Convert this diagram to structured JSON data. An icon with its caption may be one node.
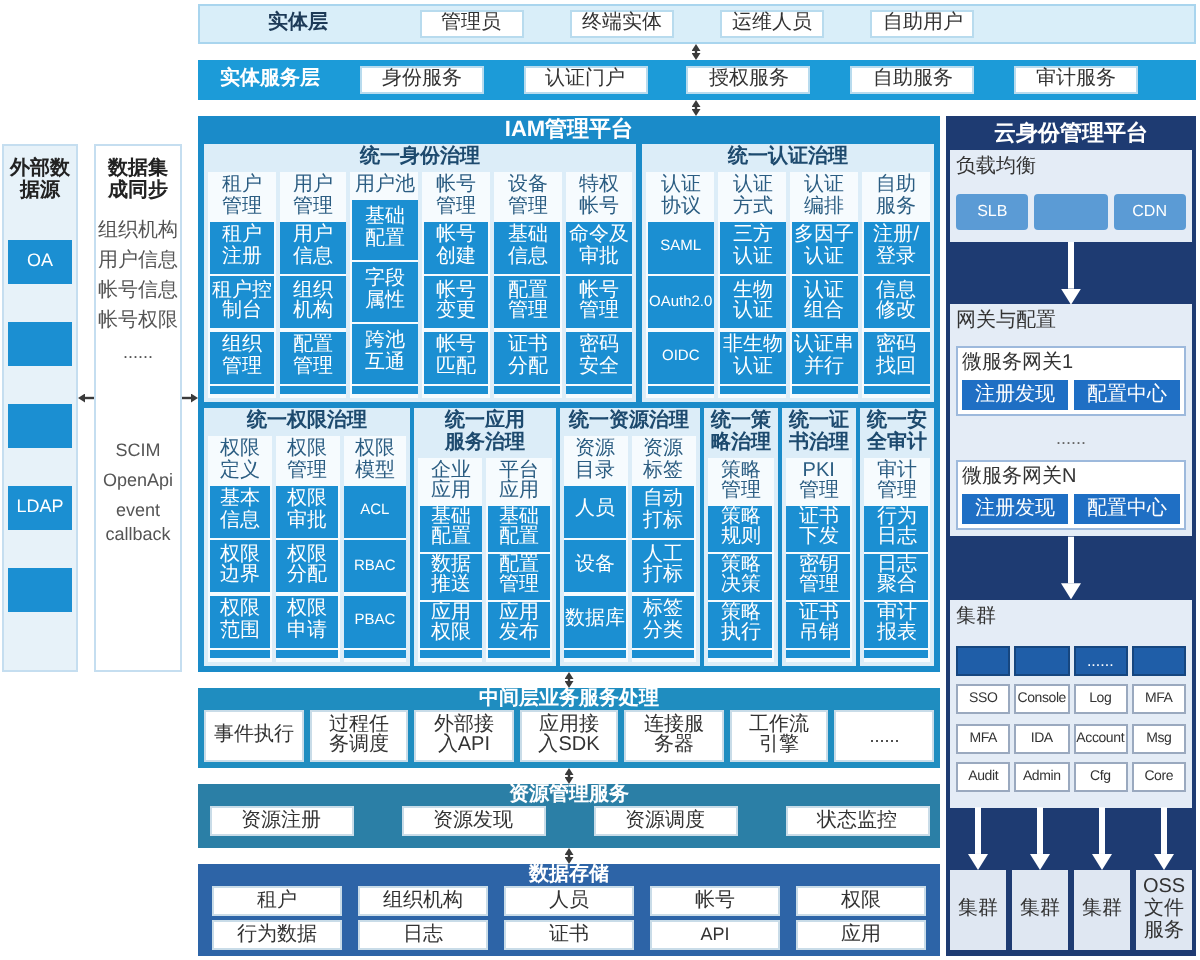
{
  "diagram": {
    "nodes": [
      {
        "text": [
          "实体层"
        ]
      },
      {
        "text": [
          "管理员"
        ],
        "in": 0
      },
      {
        "text": [
          "终端实体"
        ],
        "in": 0
      },
      {
        "text": [
          "运维人员"
        ],
        "in": 0
      },
      {
        "text": [
          "自助用户"
        ],
        "in": 0
      },
      {
        "text": [
          "实体服务层"
        ]
      },
      {
        "text": [
          "身份服务"
        ],
        "in": 5
      },
      {
        "text": [
          "认证门户"
        ],
        "in": 5
      },
      {
        "text": [
          "授权服务"
        ],
        "in": 5
      },
      {
        "text": [
          "自助服务"
        ],
        "in": 5
      },
      {
        "text": [
          "审计服务"
        ],
        "in": 5
      },
      {
        "text": [
          "外部数据源"
        ]
      },
      {
        "text": [
          "OA"
        ],
        "in": 11
      },
      {
        "text": [],
        "shape": "box",
        "in": 11
      },
      {
        "text": [],
        "shape": "box",
        "in": 11
      },
      {
        "text": [
          "LDAP"
        ],
        "in": 11
      },
      {
        "text": [],
        "shape": "box",
        "in": 11
      },
      {
        "text": [
          "数据集成同步",
          "组织机构",
          "用户信息",
          "帐号信息",
          "帐号权限",
          "......",
          "SCIM",
          "OpenApi",
          "event callback"
        ]
      },
      {
        "text": [
          "IAM管理平台"
        ]
      },
      {
        "text": [
          "统一身份治理"
        ],
        "in": 18
      },
      {
        "text": [
          "租户管理"
        ],
        "in": 19
      },
      {
        "text": [
          "租户注册"
        ],
        "in": 20
      },
      {
        "text": [
          "租户控制台"
        ],
        "in": 20
      },
      {
        "text": [
          "组织管理"
        ],
        "in": 20
      },
      {
        "text": [],
        "shape": "box",
        "in": 20
      },
      {
        "text": [
          "用户管理"
        ],
        "in": 19
      },
      {
        "text": [
          "用户信息"
        ],
        "in": 25
      },
      {
        "text": [
          "组织机构"
        ],
        "in": 25
      },
      {
        "text": [
          "配置管理"
        ],
        "in": 25
      },
      {
        "text": [],
        "shape": "box",
        "in": 25
      },
      {
        "text": [
          "用户池"
        ],
        "in": 19
      },
      {
        "text": [
          "基础配置"
        ],
        "in": 30
      },
      {
        "text": [
          "字段属性"
        ],
        "in": 30
      },
      {
        "text": [
          "跨池互通"
        ],
        "in": 30
      },
      {
        "text": [],
        "shape": "box",
        "in": 30
      },
      {
        "text": [
          "帐号管理"
        ],
        "in": 19
      },
      {
        "text": [
          "帐号创建"
        ],
        "in": 35
      },
      {
        "text": [
          "帐号变更"
        ],
        "in": 35
      },
      {
        "text": [
          "帐号匹配"
        ],
        "in": 35
      },
      {
        "text": [],
        "shape": "box",
        "in": 35
      },
      {
        "text": [
          "设备管理"
        ],
        "in": 19
      },
      {
        "text": [
          "基础信息"
        ],
        "in": 40
      },
      {
        "text": [
          "配置管理"
        ],
        "in": 40
      },
      {
        "text": [
          "证书分配"
        ],
        "in": 40
      },
      {
        "text": [],
        "shape": "box",
        "in": 40
      },
      {
        "text": [
          "特权帐号"
        ],
        "in": 19
      },
      {
        "text": [
          "命令及审批"
        ],
        "in": 45
      },
      {
        "text": [
          "帐号管理"
        ],
        "in": 45
      },
      {
        "text": [
          "密码安全"
        ],
        "in": 45
      },
      {
        "text": [],
        "shape": "box",
        "in": 45
      },
      {
        "text": [
          "统一认证治理"
        ],
        "in": 18
      },
      {
        "text": [
          "认证协议"
        ],
        "in": 50
      },
      {
        "text": [
          "SAML"
        ],
        "in": 51
      },
      {
        "text": [
          "OAuth2.0"
        ],
        "in": 51
      },
      {
        "text": [
          "OIDC"
        ],
        "in": 51
      },
      {
        "text": [],
        "shape": "box",
        "in": 51
      },
      {
        "text": [
          "认证方式"
        ],
        "in": 50
      },
      {
        "text": [
          "三方认证"
        ],
        "in": 56
      },
      {
        "text": [
          "生物认证"
        ],
        "in": 56
      },
      {
        "text": [
          "非生物认证"
        ],
        "in": 56
      },
      {
        "text": [],
        "shape": "box",
        "in": 56
      },
      {
        "text": [
          "认证编排"
        ],
        "in": 50
      },
      {
        "text": [
          "多因子认证"
        ],
        "in": 61
      },
      {
        "text": [
          "认证组合"
        ],
        "in": 61
      },
      {
        "text": [
          "认证串并行"
        ],
        "in": 61
      },
      {
        "text": [],
        "shape": "box",
        "in": 61
      },
      {
        "text": [
          "自助服务"
        ],
        "in": 50
      },
      {
        "text": [
          "注册/登录"
        ],
        "in": 66
      },
      {
        "text": [
          "信息修改"
        ],
        "in": 66
      },
      {
        "text": [
          "密码找回"
        ],
        "in": 66
      },
      {
        "text": [],
        "shape": "box",
        "in": 66
      },
      {
        "text": [
          "统一权限治理"
        ],
        "in": 18
      },
      {
        "text": [
          "权限定义"
        ],
        "in": 71
      },
      {
        "text": [
          "基本信息"
        ],
        "in": 72
      },
      {
        "text": [
          "权限边界"
        ],
        "in": 72
      },
      {
        "text": [
          "权限范围"
        ],
        "in": 72
      },
      {
        "text": [],
        "shape": "box",
        "in": 72
      },
      {
        "text": [
          "权限管理"
        ],
        "in": 71
      },
      {
        "text": [
          "权限审批"
        ],
        "in": 77
      },
      {
        "text": [
          "权限分配"
        ],
        "in": 77
      },
      {
        "text": [
          "权限申请"
        ],
        "in": 77
      },
      {
        "text": [],
        "shape": "box",
        "in": 77
      },
      {
        "text": [
          "权限模型"
        ],
        "in": 71
      },
      {
        "text": [
          "ACL"
        ],
        "in": 82
      },
      {
        "text": [
          "RBAC"
        ],
        "in": 82
      },
      {
        "text": [
          "PBAC"
        ],
        "in": 82
      },
      {
        "text": [],
        "shape": "box",
        "in": 82
      },
      {
        "text": [
          "统一应用服务治理"
        ],
        "in": 18
      },
      {
        "text": [
          "企业应用"
        ],
        "in": 87
      },
      {
        "text": [
          "基础配置"
        ],
        "in": 88
      },
      {
        "text": [
          "数据推送"
        ],
        "in": 88
      },
      {
        "text": [
          "应用权限"
        ],
        "in": 88
      },
      {
        "text": [],
        "shape": "box",
        "in": 88
      },
      {
        "text": [
          "平台应用"
        ],
        "in": 87
      },
      {
        "text": [
          "基础配置"
        ],
        "in": 93
      },
      {
        "text": [
          "配置管理"
        ],
        "in": 93
      },
      {
        "text": [
          "应用发布"
        ],
        "in": 93
      },
      {
        "text": [],
        "shape": "box",
        "in": 93
      },
      {
        "text": [
          "统一资源治理"
        ],
        "in": 18
      },
      {
        "text": [
          "资源目录"
        ],
        "in": 98
      },
      {
        "text": [
          "人员"
        ],
        "in": 99
      },
      {
        "text": [
          "设备"
        ],
        "in": 99
      },
      {
        "text": [
          "数据库"
        ],
        "in": 99
      },
      {
        "text": [],
        "shape": "box",
        "in": 99
      },
      {
        "text": [
          "资源标签"
        ],
        "in": 98
      },
      {
        "text": [
          "自动打标"
        ],
        "in": 104
      },
      {
        "text": [
          "人工打标"
        ],
        "in": 104
      },
      {
        "text": [
          "标签分类"
        ],
        "in": 104
      },
      {
        "text": [],
        "shape": "box",
        "in": 104
      },
      {
        "text": [
          "统一策略治理"
        ],
        "in": 18
      },
      {
        "text": [
          "策略管理"
        ],
        "in": 109
      },
      {
        "text": [
          "策略规则"
        ],
        "in": 110
      },
      {
        "text": [
          "策略决策"
        ],
        "in": 110
      },
      {
        "text": [
          "策略执行"
        ],
        "in": 110
      },
      {
        "text": [],
        "shape": "box",
        "in": 110
      },
      {
        "text": [
          "统一证书治理"
        ],
        "in": 18
      },
      {
        "text": [
          "PKI管理"
        ],
        "in": 115
      },
      {
        "text": [
          "证书下发"
        ],
        "in": 116
      },
      {
        "text": [
          "密钥管理"
        ],
        "in": 116
      },
      {
        "text": [
          "证书吊销"
        ],
        "in": 116
      },
      {
        "text": [],
        "shape": "box",
        "in": 116
      },
      {
        "text": [
          "统一安全审计"
        ],
        "in": 18
      },
      {
        "text": [
          "审计管理"
        ],
        "in": 121
      },
      {
        "text": [
          "行为日志"
        ],
        "in": 122
      },
      {
        "text": [
          "日志聚合"
        ],
        "in": 122
      },
      {
        "text": [
          "审计报表"
        ],
        "in": 122
      },
      {
        "text": [],
        "shape": "box",
        "in": 122
      },
      {
        "text": [
          "中间层业务服务处理"
        ]
      },
      {
        "text": [
          "事件执行"
        ],
        "in": 127
      },
      {
        "text": [
          "过程任务调度"
        ],
        "in": 127
      },
      {
        "text": [
          "外部接入API"
        ],
        "in": 127
      },
      {
        "text": [
          "应用接入SDK"
        ],
        "in": 127
      },
      {
        "text": [
          "连接服务器"
        ],
        "in": 127
      },
      {
        "text": [
          "工作流引擎"
        ],
        "in": 127
      },
      {
        "text": [
          "......"
        ],
        "in": 127
      },
      {
        "text": [
          "资源管理服务"
        ]
      },
      {
        "text": [
          "资源注册"
        ],
        "in": 135
      },
      {
        "text": [
          "资源发现"
        ],
        "in": 135
      },
      {
        "text": [
          "资源调度"
        ],
        "in": 135
      },
      {
        "text": [
          "状态监控"
        ],
        "in": 135
      },
      {
        "text": [
          "数据存储"
        ]
      },
      {
        "text": [
          "租户"
        ],
        "in": 140
      },
      {
        "text": [
          "组织机构"
        ],
        "in": 140
      },
      {
        "text": [
          "人员"
        ],
        "in": 140
      },
      {
        "text": [
          "帐号"
        ],
        "in": 140
      },
      {
        "text": [
          "权限"
        ],
        "in": 140
      },
      {
        "text": [
          "行为数据"
        ],
        "in": 140
      },
      {
        "text": [
          "日志"
        ],
        "in": 140
      },
      {
        "text": [
          "证书"
        ],
        "in": 140
      },
      {
        "text": [
          "API"
        ],
        "in": 140
      },
      {
        "text": [
          "应用"
        ],
        "in": 140
      },
      {
        "text": [
          "云身份管理平台"
        ]
      },
      {
        "text": [
          "负载均衡"
        ],
        "in": 151
      },
      {
        "text": [
          "SLB"
        ],
        "in": 152
      },
      {
        "text": [],
        "shape": "box",
        "in": 152
      },
      {
        "text": [
          "CDN"
        ],
        "in": 152
      },
      {
        "text": [
          "网关与配置",
          "......"
        ],
        "in": 151
      },
      {
        "text": [
          "微服务网关1"
        ],
        "in": 156
      },
      {
        "text": [
          "注册发现"
        ],
        "in": 157
      },
      {
        "text": [
          "配置中心"
        ],
        "in": 157
      },
      {
        "text": [
          "微服务网关N"
        ],
        "in": 156
      },
      {
        "text": [
          "注册发现"
        ],
        "in": 160
      },
      {
        "text": [
          "配置中心"
        ],
        "in": 160
      },
      {
        "text": [
          "集群"
        ],
        "in": 151
      },
      {
        "text": [],
        "shape": "box",
        "in": 163
      },
      {
        "text": [],
        "shape": "box",
        "in": 163
      },
      {
        "text": [
          "......"
        ],
        "in": 163
      },
      {
        "text": [],
        "shape": "box",
        "in": 163
      },
      {
        "text": [
          "SSO"
        ],
        "in": 163
      },
      {
        "text": [
          "Console"
        ],
        "in": 163
      },
      {
        "text": [
          "Log"
        ],
        "in": 163
      },
      {
        "text": [
          "MFA"
        ],
        "in": 163
      },
      {
        "text": [
          "MFA"
        ],
        "in": 163
      },
      {
        "text": [
          "IDA"
        ],
        "in": 163
      },
      {
        "text": [
          "Account"
        ],
        "in": 163
      },
      {
        "text": [
          "Msg"
        ],
        "in": 163
      },
      {
        "text": [
          "Audit"
        ],
        "in": 163
      },
      {
        "text": [
          "Admin"
        ],
        "in": 163
      },
      {
        "text": [
          "Cfg"
        ],
        "in": 163
      },
      {
        "text": [
          "Core"
        ],
        "in": 163
      },
      {
        "text": [
          "集群"
        ],
        "in": 151
      },
      {
        "text": [
          "集群"
        ],
        "in": 151
      },
      {
        "text": [
          "集群"
        ],
        "in": 151
      },
      {
        "text": [
          "OSS文件服务"
        ],
        "in": 151
      }
    ],
    "edges": [
      {
        "from": 0,
        "to": 5,
        "arrow": "both"
      },
      {
        "from": 5,
        "to": 18,
        "arrow": "both"
      },
      {
        "from": 17,
        "to": 11,
        "arrow": "to"
      },
      {
        "from": 17,
        "to": 18,
        "arrow": "to"
      },
      {
        "from": 18,
        "to": 127,
        "arrow": "both"
      },
      {
        "from": 127,
        "to": 135,
        "arrow": "both"
      },
      {
        "from": 135,
        "to": 140,
        "arrow": "both"
      },
      {
        "from": 152,
        "to": 156,
        "arrow": "to",
        "style": "thick",
        "color": "#ffffff"
      },
      {
        "from": 156,
        "to": 163,
        "arrow": "to",
        "style": "thick",
        "color": "#ffffff"
      },
      {
        "from": 163,
        "to": 180,
        "arrow": "to",
        "style": "thick",
        "color": "#ffffff"
      },
      {
        "from": 163,
        "to": 181,
        "arrow": "to",
        "style": "thick",
        "color": "#ffffff"
      },
      {
        "from": 163,
        "to": 182,
        "arrow": "to",
        "style": "thick",
        "color": "#ffffff"
      },
      {
        "from": 163,
        "to": 183,
        "arrow": "to",
        "style": "thick",
        "color": "#ffffff"
      }
    ]
  }
}
